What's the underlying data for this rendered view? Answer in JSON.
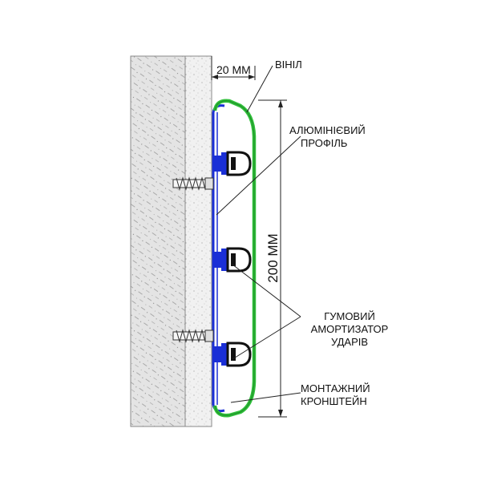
{
  "labels": {
    "width_dim": "20 ММ",
    "height_dim": "200 ММ",
    "vinyl": "ВІНІЛ",
    "aluminum_line1": "АЛЮМІНІЄВИЙ",
    "aluminum_line2": "ПРОФІЛЬ",
    "rubber_line1": "ГУМОВИЙ",
    "rubber_line2": "АМОРТИЗАТОР",
    "rubber_line3": "УДАРІВ",
    "bracket_line1": "МОНТАЖНИЙ",
    "bracket_line2": "КРОНШТЕЙН"
  },
  "colors": {
    "vinyl": "#2fbf3a",
    "aluminum": "#1a2fd6",
    "rubber": "#111111",
    "wall_fill": "#e6e6e6",
    "plaster_fill": "#efefef",
    "line": "#222222"
  },
  "icons": {
    "dowel": "screw-anchor-icon",
    "shock_absorber": "rubber-bumper-icon"
  }
}
